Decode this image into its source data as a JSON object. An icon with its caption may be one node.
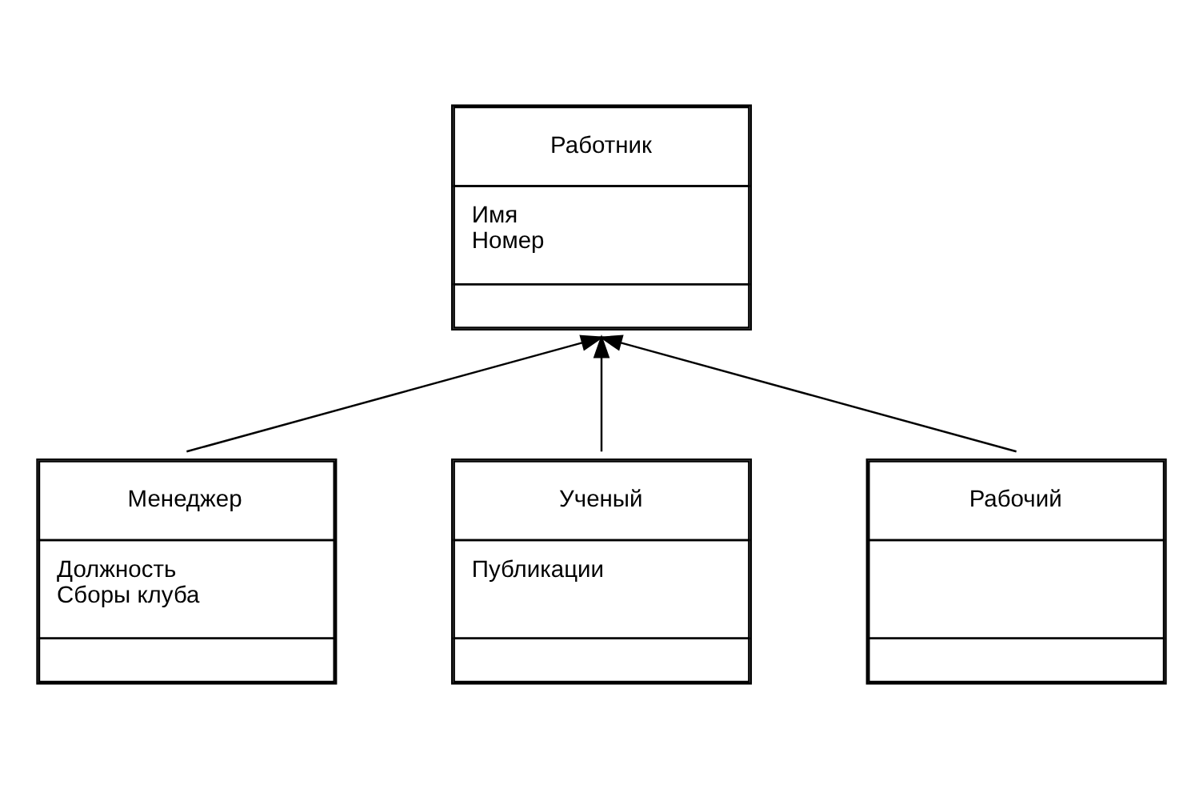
{
  "diagram": {
    "nodes": [
      {
        "text": [
          "Работник",
          "Имя",
          "Номер"
        ]
      },
      {
        "text": [
          "Менеджер",
          "Должность",
          "Сборы клуба"
        ]
      },
      {
        "text": [
          "Ученый",
          "Публикации"
        ]
      },
      {
        "text": [
          "Рабочий"
        ]
      }
    ],
    "edges": [
      {
        "from": 1,
        "to": 0,
        "arrow": "to"
      },
      {
        "from": 2,
        "to": 0,
        "arrow": "to"
      },
      {
        "from": 3,
        "to": 0,
        "arrow": "to"
      }
    ]
  }
}
